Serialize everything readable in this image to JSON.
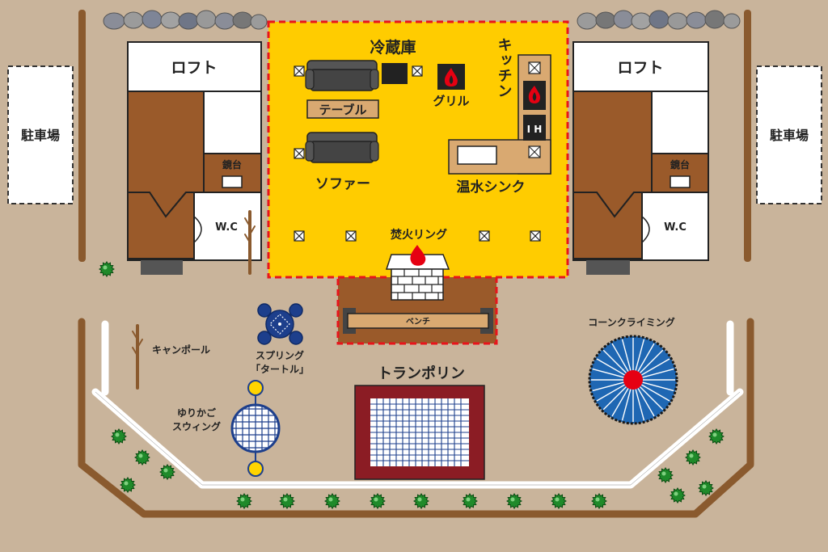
{
  "labels": {
    "parking_left": "駐車場",
    "parking_right": "駐車場",
    "loft_left": "ロフト",
    "loft_right": "ロフト",
    "dresser_left": "鏡台",
    "dresser_right": "鏡台",
    "wc_left": "W.C",
    "wc_right": "W.C",
    "fridge": "冷蔵庫",
    "table": "テーブル",
    "grill": "グリル",
    "kitchen": "キッチン",
    "ih": "I H",
    "sofa": "ソファー",
    "hot_water_sink": "温水シンク",
    "fire_ring": "焚火リング",
    "bench": "ベンチ",
    "cone_climbing": "コーンクライミング",
    "camp_pole": "キャンポール",
    "spring_turtle_1": "スプリング",
    "spring_turtle_2": "「タートル」",
    "cradle_swing_1": "ゆりかご",
    "cradle_swing_2": "スウィング",
    "trampoline": "トランポリン"
  },
  "colors": {
    "ground": "#c9b49b",
    "deck": "#ffcc00",
    "deck_border": "#e8141b",
    "wood": "#9a5a2a",
    "fence": "#8a5a2e",
    "trampoline_frame": "#8b1c24",
    "cone": "#1f67b3",
    "cone_center": "#e60012",
    "turtle": "#1d3f8c",
    "shrub": "#1f8a2a",
    "swing_ball": "#ffd400"
  },
  "icons": {
    "grill": "flame-icon",
    "kitchen_burner": "flame-icon",
    "fire_ring": "fire-pit-icon",
    "deck_post": "post-marker-icon",
    "shrub": "shrub-icon",
    "stone": "stone-icon"
  }
}
